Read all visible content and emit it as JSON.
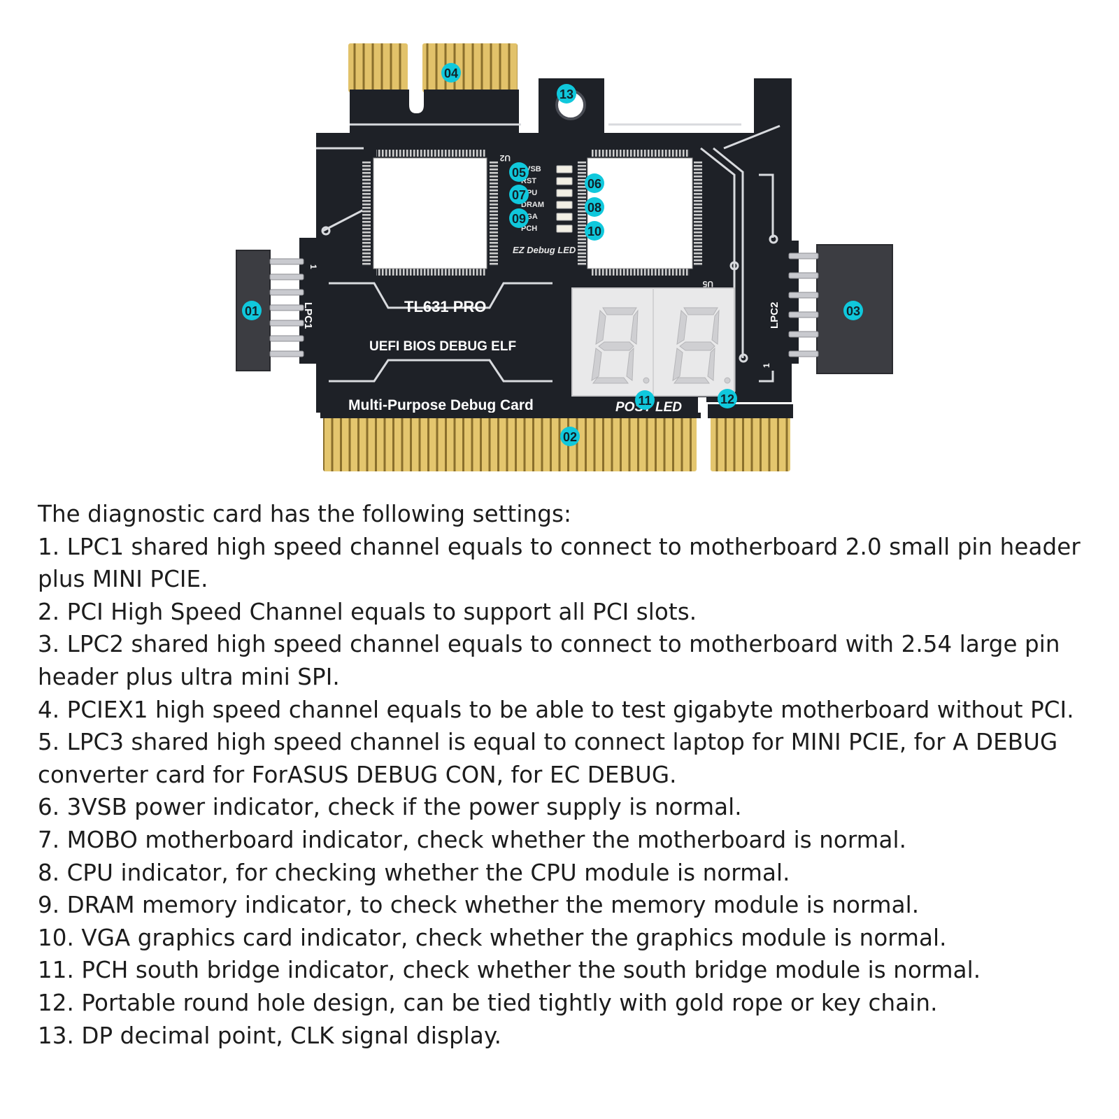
{
  "board": {
    "model": "TL631 PRO",
    "subtitle": "UEFI BIOS DEBUG ELF",
    "tagline": "Multi-Purpose Debug Card",
    "lpc1_label": "LPC1",
    "lpc2_label": "LPC2",
    "led_group_label": "EZ Debug LED",
    "post_led_label": "POST LED",
    "u2_label": "U2",
    "u5_label": "U5",
    "pin1_label": "1",
    "led_labels": [
      "3VSB",
      "RST",
      "CPU",
      "DRAM",
      "VGA",
      "PCH"
    ],
    "callouts": [
      "01",
      "02",
      "03",
      "04",
      "05",
      "06",
      "07",
      "08",
      "09",
      "10",
      "11",
      "12",
      "13"
    ],
    "pcb_color": "#1e2127",
    "gold_color": "#d9b65a",
    "callout_color": "#10c8dc"
  },
  "description": {
    "intro": "The diagnostic card has the following settings:",
    "items": [
      "1. LPC1 shared high speed channel equals to connect to motherboard 2.0 small pin header plus MINI PCIE.",
      "2. PCI High Speed Channel equals to support all PCI slots.",
      "3. LPC2 shared high speed channel equals to connect to motherboard with 2.54 large pin header plus ultra mini SPI.",
      "4. PCIEX1 high speed channel equals to be able to test gigabyte motherboard without PCI.",
      "5. LPC3 shared high speed channel is equal to connect laptop for MINI PCIE, for A DEBUG converter card for ForASUS DEBUG CON, for EC DEBUG.",
      "6. 3VSB power indicator, check if the power supply is normal.",
      "7. MOBO motherboard indicator, check whether the motherboard is normal.",
      "8. CPU indicator, for checking whether the CPU module is normal.",
      "9. DRAM memory indicator, to check whether the memory module is normal.",
      "10. VGA graphics card indicator, check whether the graphics module is normal.",
      "11. PCH south bridge indicator, check whether the south bridge module is normal.",
      "12. Portable round hole design, can be tied tightly with gold rope or key chain.",
      "13. DP decimal point, CLK signal display."
    ]
  }
}
